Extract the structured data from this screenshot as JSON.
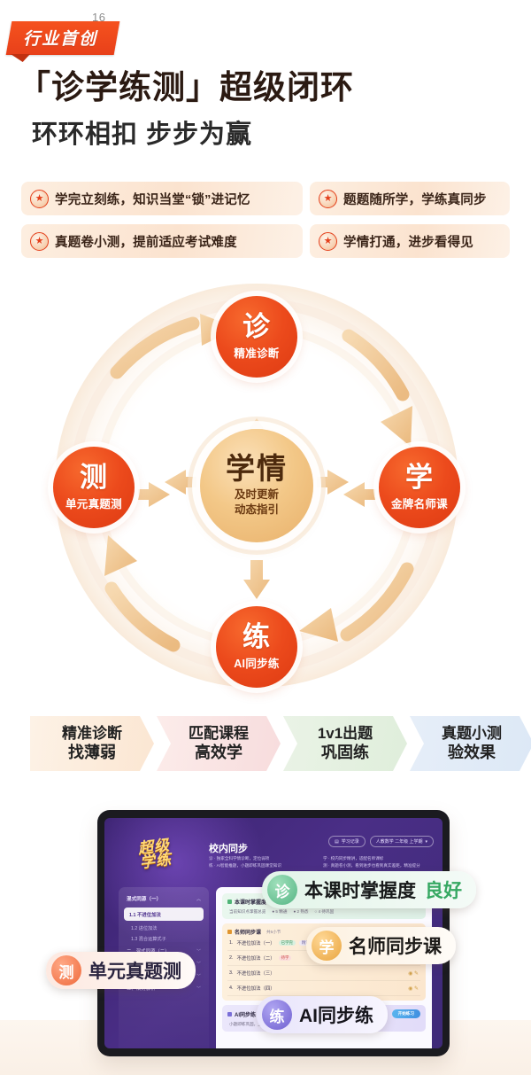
{
  "watermark": "16",
  "ribbon": {
    "label": "行业首创"
  },
  "heading": {
    "title": "「诊学练测」超级闭环",
    "subtitle": "环环相扣 步步为赢"
  },
  "features": [
    {
      "icon": "medal-star-icon",
      "text": "学完立刻练，知识当堂“锁”进记忆"
    },
    {
      "icon": "medal-star-icon",
      "text": "题题随所学，学练真同步"
    },
    {
      "icon": "medal-star-icon",
      "text": "真题卷小测，提前适应考试难度"
    },
    {
      "icon": "medal-star-icon",
      "text": "学情打通，进步看得见"
    }
  ],
  "diagram": {
    "center": {
      "big": "学情",
      "line1": "及时更新",
      "line2": "动态指引"
    },
    "nodes": [
      {
        "key": "zhen",
        "big": "诊",
        "small": "精准诊断"
      },
      {
        "key": "xue",
        "big": "学",
        "small": "金牌名师课"
      },
      {
        "key": "lian",
        "big": "练",
        "small": "AI同步练"
      },
      {
        "key": "ce",
        "big": "测",
        "small": "单元真题测"
      }
    ],
    "colors": {
      "node": "#ec4a1c",
      "center": "#f3c888",
      "arrow": "#eec08a"
    }
  },
  "steps": [
    {
      "l1": "精准诊断",
      "l2": "找薄弱"
    },
    {
      "l1": "匹配课程",
      "l2": "高效学"
    },
    {
      "l1": "1v1出题",
      "l2": "巩固练"
    },
    {
      "l1": "真题小测",
      "l2": "验效果"
    }
  ],
  "tablet": {
    "logo_line1": "超级",
    "logo_line2": "学练",
    "sync_title": "校内同步",
    "sync_desc": [
      "诊 · 独家全科学情诊断，定位弱项",
      "学 · 校内同步精讲，适配名师课标",
      "练 · AI智能推题，小题即练巩固课堂知识",
      "测 · 真题卷小测，看到进步也看到真实差距，精准提分"
    ],
    "top_pills": [
      {
        "icon": "book-icon",
        "label": "学习记录"
      },
      {
        "icon": "chevron-down-icon",
        "label": "人教数学 二年级 上学期"
      }
    ],
    "sidebar": {
      "head": "混式同源（一）",
      "active": "1.1 不进位加法",
      "subs": [
        "1.2 进位加法",
        "1.3 混合运算式子"
      ],
      "rows": [
        "二、混式同源（二）",
        "三、比较问题综合",
        "四、量感之角",
        "五、法则解析"
      ]
    },
    "panel": {
      "card1_title": "本课时掌握度",
      "card1_sub": "已掌握",
      "card1_desc": "当前知识点掌握总览",
      "card1_metrics": [
        "● 5 精通",
        "● 2 熟悉",
        "○ 4 待巩固"
      ],
      "card2_title": "名师同步课",
      "card2_sub": "共5小节",
      "questions": [
        {
          "n": "1.",
          "text": "不进位加法（一）",
          "tags": [
            "已学完",
            "精讲"
          ]
        },
        {
          "n": "2.",
          "text": "不进位加法（二）",
          "tags": [
            "待学"
          ]
        },
        {
          "n": "3.",
          "text": "不进位加法（三）",
          "tags": []
        },
        {
          "n": "4.",
          "text": "不进位加法（四）",
          "tags": []
        }
      ],
      "card3_title": "AI同步练",
      "card3_sub": "小题即练巩固，上传照片自动批改",
      "card3_button": "开始练习"
    }
  },
  "callouts": [
    {
      "key": "zhen",
      "badge": "诊",
      "text": "本课时掌握度",
      "accent": "良好",
      "color": "#36a862"
    },
    {
      "key": "xue",
      "badge": "学",
      "text": "名师同步课",
      "accent": "",
      "color": "#e9a43e"
    },
    {
      "key": "ce",
      "badge": "测",
      "text": "单元真题测",
      "accent": "",
      "color": "#ef6a3c"
    },
    {
      "key": "lian",
      "badge": "练",
      "text": "AI同步练",
      "accent": "",
      "color": "#6f5fd0"
    }
  ]
}
